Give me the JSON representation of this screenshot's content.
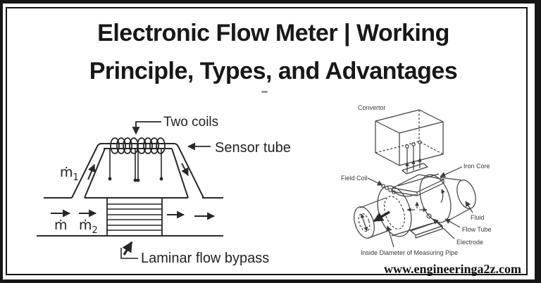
{
  "title": {
    "line1": "Electronic Flow Meter | Working",
    "line2": "Principle, Types, and Advantages"
  },
  "left_diagram": {
    "labels": {
      "two_coils": "Two coils",
      "sensor_tube": "Sensor tube",
      "laminar_flow_bypass": "Laminar flow bypass",
      "mdot_1_base": "ṁ",
      "mdot_1_sub": "1",
      "mdot": "ṁ",
      "mdot_2_base": "ṁ",
      "mdot_2_sub": "2"
    }
  },
  "right_diagram": {
    "labels": {
      "convertor": "Convertor",
      "field_coil": "Field Coil",
      "iron_core": "Iron Core",
      "fluid": "Fluid",
      "flow_tube": "Flow Tube",
      "electrode": "Electrode",
      "inside_diameter": "Inside Diameter of Measuring Pipe"
    }
  },
  "watermark": "www.engineeringa2z.com",
  "colors": {
    "frame": "#161616",
    "panel": "#ffffff",
    "title_text": "#181818",
    "left_diagram_line": "#272727",
    "right_diagram_line": "#3e3e3e"
  }
}
